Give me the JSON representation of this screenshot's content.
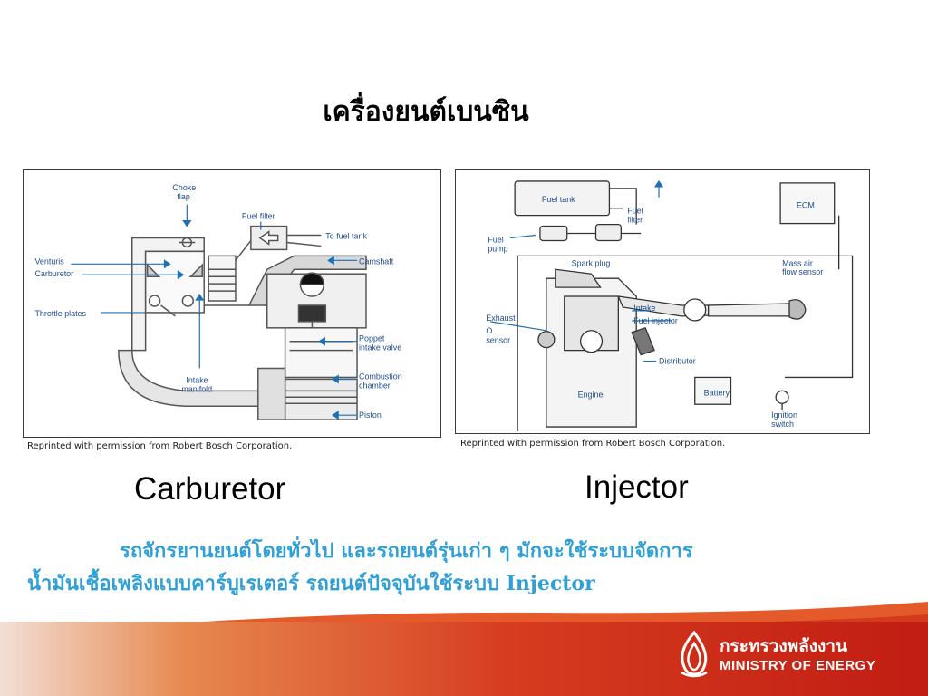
{
  "slide": {
    "title": "เครื่องยนต์เบนซิน"
  },
  "carburetor": {
    "caption": "Carburetor",
    "credit": "Reprinted with permission from Robert Bosch Corporation.",
    "labels": {
      "choke_flap_1": "Choke",
      "choke_flap_2": "flap",
      "fuel_filter": "Fuel filter",
      "to_fuel_tank": "To fuel tank",
      "venturis": "Venturis",
      "carburetor": "Carburetor",
      "camshaft": "Camshaft",
      "throttle_plates": "Throttle plates",
      "poppet_1": "Poppet",
      "poppet_2": "intake valve",
      "combustion_1": "Combustion",
      "combustion_2": "chamber",
      "intake_1": "Intake",
      "intake_2": "manifold",
      "piston": "Piston"
    }
  },
  "injector": {
    "caption": "Injector",
    "credit": "Reprinted with permission from Robert Bosch Corporation.",
    "labels": {
      "fuel_tank": "Fuel tank",
      "fuel_filter_1": "Fuel",
      "fuel_filter_2": "filter",
      "ecm": "ECM",
      "fuel_pump_1": "Fuel",
      "fuel_pump_2": "pump",
      "spark_plug": "Spark plug",
      "mass_air_1": "Mass air",
      "mass_air_2": "flow sensor",
      "exhaust": "Exhaust",
      "o2_1": "O",
      "o2_2": "sensor",
      "intake": "Intake",
      "fuel_injector": "Fuel injector",
      "distributor": "Distributor",
      "battery": "Battery",
      "engine": "Engine",
      "ignition_1": "Ignition",
      "ignition_2": "switch"
    }
  },
  "body": {
    "line1": "รถจักรยานยนต์โดยทั่วไป และรถยนต์รุ่นเก่า ๆ มักจะใช้ระบบจัดการ",
    "line2": "น้ำมันเชื้อเพลิงแบบคาร์บูเรเตอร์  รถยนต์ปัจจุบันใช้ระบบ Injector"
  },
  "footer": {
    "ministry_th": "กระทรวงพลังงาน",
    "ministry_en": "MINISTRY OF ENERGY",
    "logo_icon": "flame-logo-icon"
  },
  "colors": {
    "body_text": "#2f9fd6",
    "diagram_label": "#1f4e8c",
    "footer_red": "#c11d13"
  }
}
